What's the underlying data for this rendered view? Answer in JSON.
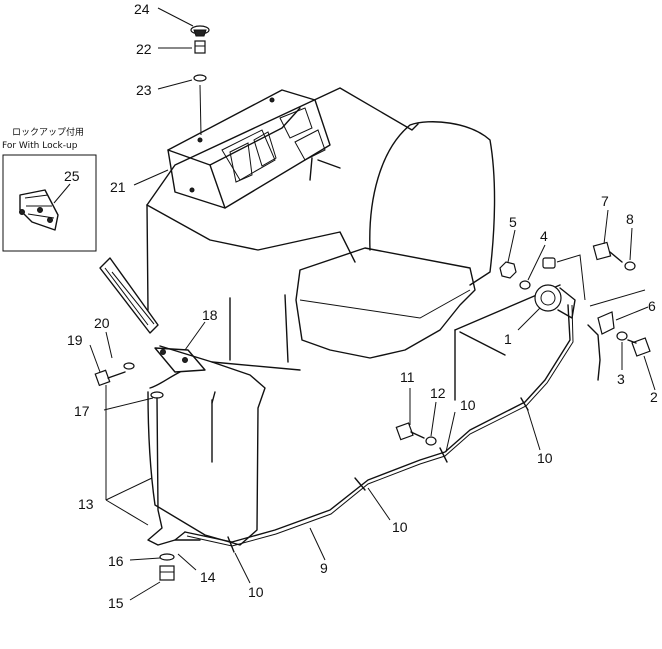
{
  "inset": {
    "note_jp": "ロックアップ付用",
    "note_en": "For With Lock-up"
  },
  "callouts": [
    "24",
    "22",
    "23",
    "21",
    "25",
    "20",
    "19",
    "18",
    "17",
    "13",
    "16",
    "14",
    "15",
    "10",
    "9",
    "10",
    "11",
    "12",
    "10",
    "10",
    "1",
    "5",
    "4",
    "7",
    "8",
    "6",
    "3",
    "2"
  ]
}
